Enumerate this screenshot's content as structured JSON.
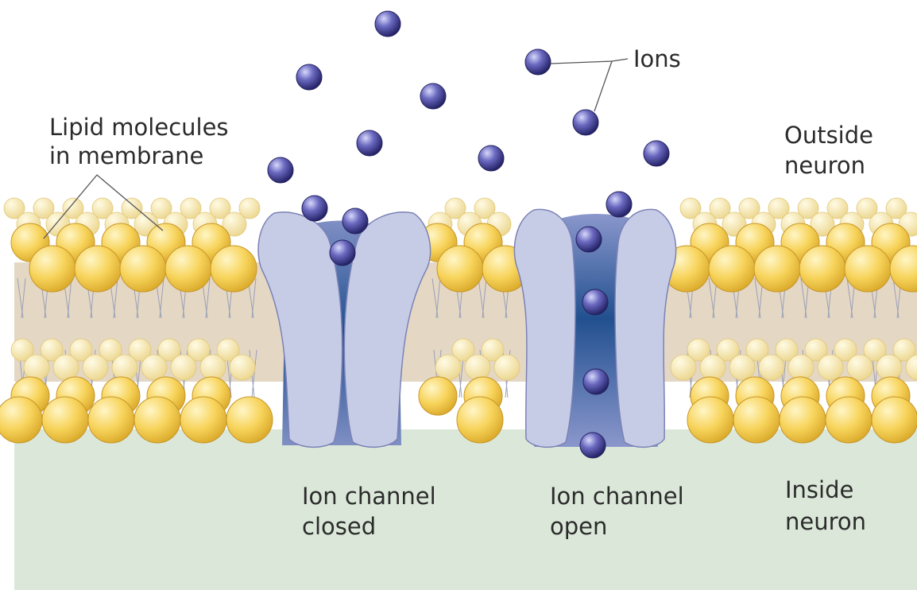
{
  "labels": {
    "lipid_line1": "Lipid molecules",
    "lipid_line2": "in membrane",
    "ions": "Ions",
    "outside_line1": "Outside",
    "outside_line2": "neuron",
    "closed_line1": "Ion channel",
    "closed_line2": "closed",
    "open_line1": "Ion channel",
    "open_line2": "open",
    "inside_line1": "Inside",
    "inside_line2": "neuron"
  },
  "colors": {
    "outside": "#ffffff",
    "inside": "#dbe8d9",
    "tail_band": "#e4d7c4",
    "lipid_head": "#f7d35a",
    "lipid_head_light": "#fff6c6",
    "channel": "#c7cce6",
    "channel_pore": "#1f4f8f",
    "ion": "#4b4a9e",
    "ion_light": "#bfc2f0",
    "text": "#2b2b2b"
  }
}
